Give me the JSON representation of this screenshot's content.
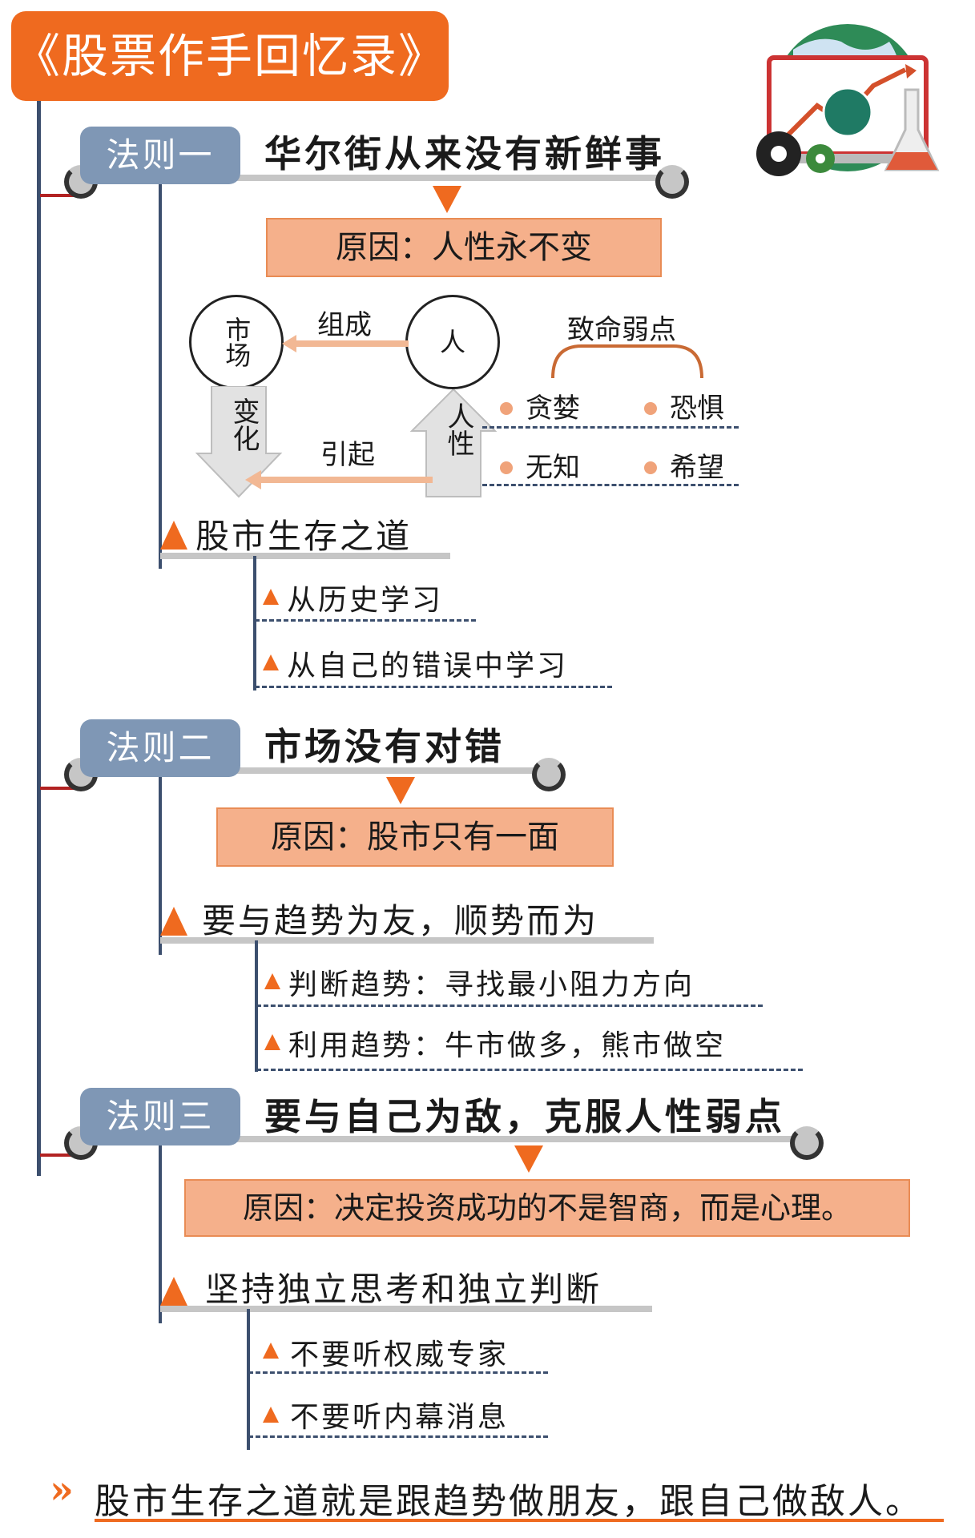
{
  "title": "《股票作手回忆录》",
  "laws": [
    {
      "tab": "法则一",
      "title": "华尔街从来没有新鲜事",
      "reason": "原因：人性永不变",
      "section": "股市生存之道",
      "items": [
        "从历史学习",
        "从自己的错误中学习"
      ]
    },
    {
      "tab": "法则二",
      "title": "市场没有对错",
      "reason": "原因：股市只有一面",
      "section": "要与趋势为友，顺势而为",
      "items": [
        "判断趋势：寻找最小阻力方向",
        "利用趋势：牛市做多，熊市做空"
      ]
    },
    {
      "tab": "法则三",
      "title": "要与自己为敌，克服人性弱点",
      "reason": "原因：决定投资成功的不是智商，而是心理。",
      "section": "坚持独立思考和独立判断",
      "items": [
        "不要听权威专家",
        "不要听内幕消息"
      ]
    }
  ],
  "diagram": {
    "market": "市场",
    "people": "人",
    "compose": "组成",
    "change": "变化",
    "cause": "引起",
    "nature": "人性",
    "fatal_weakness": "致命弱点",
    "weaknesses": [
      "贪婪",
      "恐惧",
      "无知",
      "希望"
    ]
  },
  "footer": {
    "arrow": "»",
    "text": "股市生存之道就是跟趋势做朋友，跟自己做敌人。"
  },
  "colors": {
    "accent": "#ef6a1f",
    "tab": "#7f97b5",
    "reason_fill": "#f5b08b",
    "spine": "#3c4f6e"
  },
  "icons": [
    "globe-chart-icon",
    "gear-icon",
    "flask-icon"
  ]
}
